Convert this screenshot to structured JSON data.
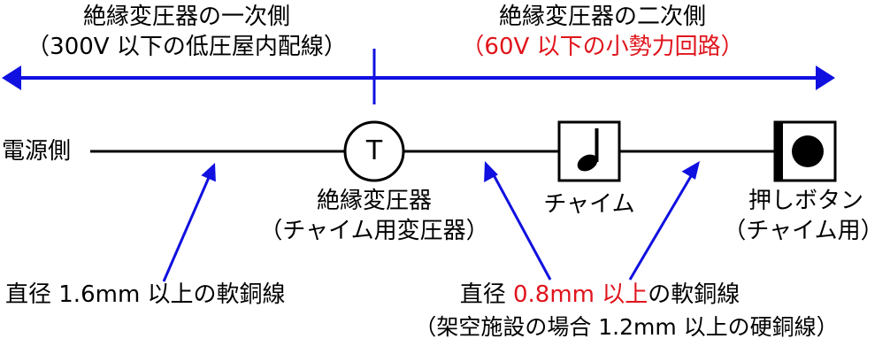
{
  "colors": {
    "arrow_blue": "#1010e0",
    "highlight_red": "#e0141c",
    "line_black": "#000000"
  },
  "primary": {
    "title": "絶縁変圧器の一次側",
    "subtitle": "（300V 以下の低圧屋内配線）"
  },
  "secondary": {
    "title": "絶縁変圧器の二次側",
    "subtitle": "（60V 以下の小勢力回路）"
  },
  "source_label": "電源側",
  "transformer": {
    "symbol": "T",
    "label_1": "絶縁変圧器",
    "label_2": "（チャイム用変圧器）"
  },
  "chime": {
    "label": "チャイム",
    "icon": "music-note-icon"
  },
  "push_button": {
    "label_1": "押しボタン",
    "label_2": "（チャイム用）",
    "icon": "push-button-icon"
  },
  "primary_wire": {
    "text": "直径 1.6mm 以上の軟銅線"
  },
  "secondary_wire": {
    "prefix": "直径 ",
    "highlight": "0.8mm 以上",
    "suffix": "の軟銅線",
    "note": "（架空施設の場合 1.2mm 以上の硬銅線）"
  }
}
